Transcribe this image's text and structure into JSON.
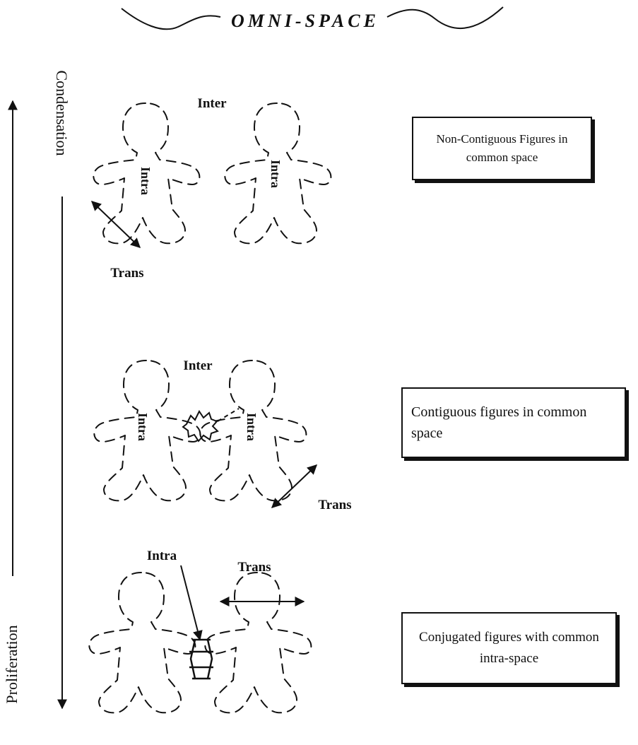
{
  "title": "OMNI-SPACE",
  "axis": {
    "top_label": "Condensation",
    "bottom_label": "Proliferation"
  },
  "panels": [
    {
      "caption": "Non-Contiguous Figures in common space",
      "labels": {
        "inter": "Inter",
        "intra_left": "Intra",
        "intra_right": "Intra",
        "trans": "Trans"
      }
    },
    {
      "caption": "Contiguous figures in common space",
      "labels": {
        "inter": "Inter",
        "intra_left": "Intra",
        "intra_right": "Intra",
        "trans": "Trans"
      }
    },
    {
      "caption": "Conjugated figures with common intra-space",
      "labels": {
        "intra": "Intra",
        "trans": "Trans"
      }
    }
  ]
}
